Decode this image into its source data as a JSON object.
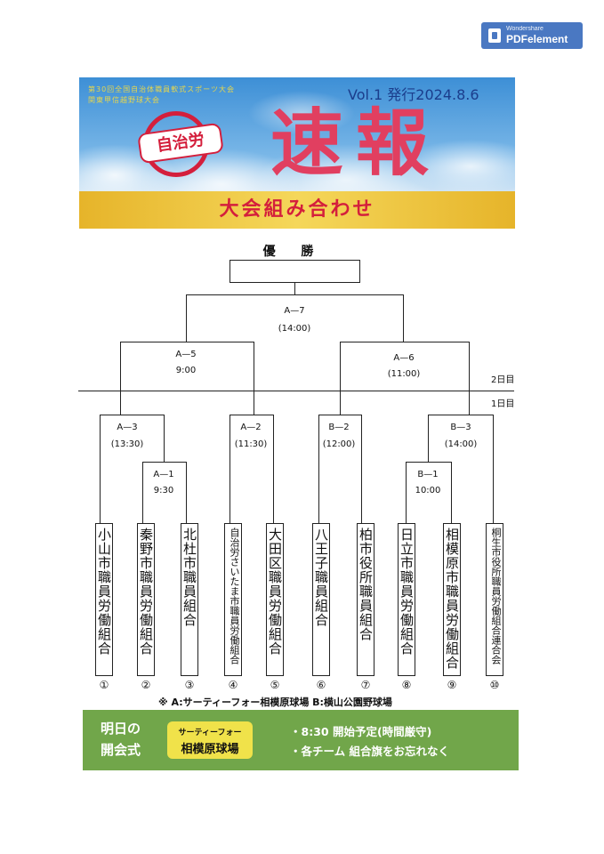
{
  "watermark": {
    "small": "Wondershare",
    "brand": "PDFelement",
    "icon": "pdfelement-logo-icon"
  },
  "banner": {
    "meeting_line1": "第30回全国自治体職員軟式スポーツ大会",
    "meeting_line2": "関東甲信越野球大会",
    "volume": "Vol.1 発行2024.8.6",
    "logo_text": "自治労",
    "headline": "速報",
    "subtitle": "大会組み合わせ"
  },
  "bracket": {
    "champion_label": "優 勝",
    "matches": {
      "a7": {
        "id": "A—7",
        "time": "(14:00)"
      },
      "a5": {
        "id": "A—5",
        "time": "9:00"
      },
      "a6": {
        "id": "A—6",
        "time": "(11:00)"
      },
      "a3": {
        "id": "A—3",
        "time": "(13:30)"
      },
      "a2": {
        "id": "A—2",
        "time": "(11:30)"
      },
      "b2": {
        "id": "B—2",
        "time": "(12:00)"
      },
      "b3": {
        "id": "B—3",
        "time": "(14:00)"
      },
      "a1": {
        "id": "A—1",
        "time": "9:30"
      },
      "b1": {
        "id": "B—1",
        "time": "10:00"
      }
    },
    "day2": "2日目",
    "day1": "1日目",
    "teams": [
      {
        "name": "小山市職員労働組合",
        "num": "①"
      },
      {
        "name": "秦野市職員労働組合",
        "num": "②"
      },
      {
        "name": "北杜市職員組合",
        "num": "③"
      },
      {
        "name": "自治労さいたま市職員労働組合",
        "num": "④"
      },
      {
        "name": "大田区職員労働組合",
        "num": "⑤"
      },
      {
        "name": "八王子職員組合",
        "num": "⑥"
      },
      {
        "name": "柏市役所職員組合",
        "num": "⑦"
      },
      {
        "name": "日立市職員労働組合",
        "num": "⑧"
      },
      {
        "name": "相模原市職員労働組合",
        "num": "⑨"
      },
      {
        "name": "桐生市役所職員労働組合連合会",
        "num": "⑩"
      }
    ],
    "venue_note": "※ A:サーティーフォー相模原球場 B:横山公園野球場"
  },
  "footer": {
    "label_line1": "明日の",
    "label_line2": "開会式",
    "venue_small": "サーティーフォー",
    "venue_big": "相模原球場",
    "line1": "・8:30 開始予定(時間厳守)",
    "line2": "・各チーム 組合旗をお忘れなく"
  },
  "colors": {
    "headline": "#e13f60",
    "strip": "#f0cc45",
    "footer": "#71a64a",
    "venue_badge": "#f0e24a"
  }
}
